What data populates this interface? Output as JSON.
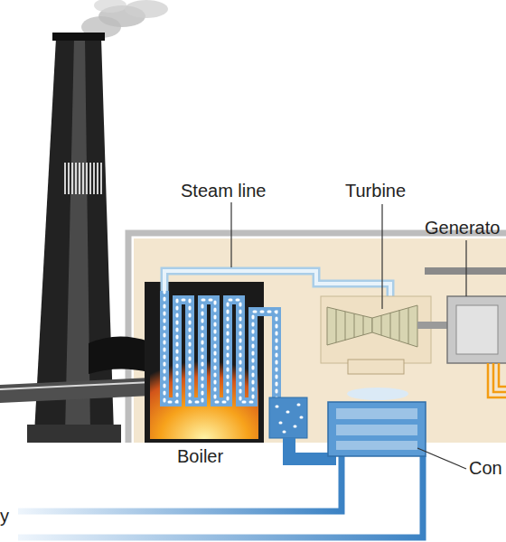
{
  "diagram": {
    "labels": [
      "Steam line",
      "Turbine",
      "Generato",
      "Boiler",
      "Con",
      "y"
    ]
  }
}
